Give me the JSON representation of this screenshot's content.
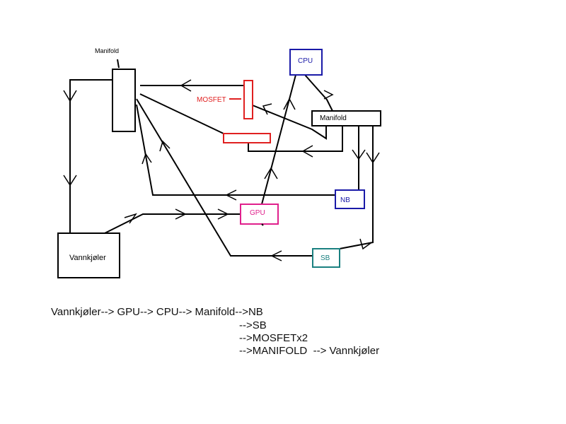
{
  "diagram": {
    "labels": {
      "manifold_left": "Manifold",
      "mosfet": "MOSFET",
      "cpu": "CPU",
      "manifold_right": "Manifold",
      "nb": "NB",
      "gpu": "GPU",
      "sb": "SB",
      "vannkjoler": "Vannkjøler"
    },
    "colors": {
      "line": "#000000",
      "mosfet": "#e02020",
      "cpu": "#1a1aa8",
      "nb": "#1a1aa8",
      "gpu": "#e0208c",
      "sb": "#1a8080"
    }
  },
  "flow_text": {
    "line1": "Vannkjøler--> GPU--> CPU--> Manifold-->NB",
    "line2": "-->SB",
    "line3": "-->MOSFETx2",
    "line4": "-->MANIFOLD  --> Vannkjøler"
  }
}
